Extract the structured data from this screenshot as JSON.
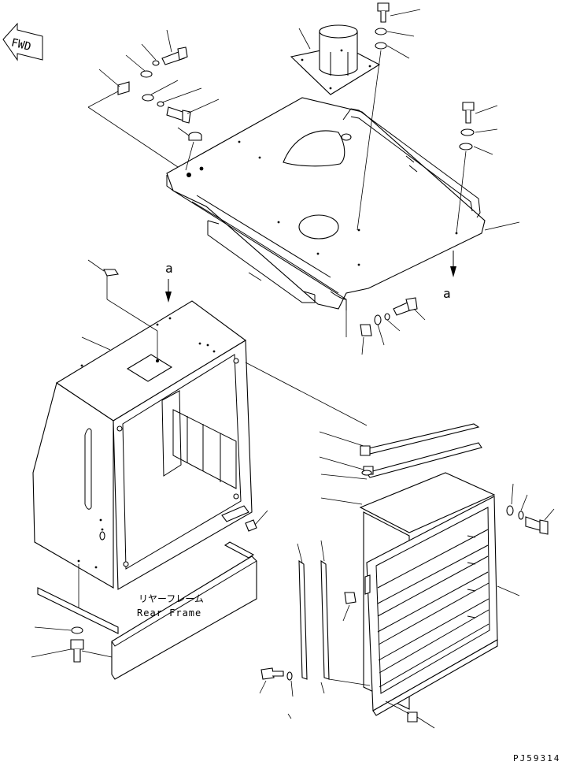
{
  "diagram": {
    "fwd_label": "FWD",
    "view_label_top": "a",
    "view_label_bottom": "a",
    "rear_frame_jp": "リヤーフレーム",
    "rear_frame_en": "Rear Frame",
    "figure_code": "PJ59314"
  }
}
